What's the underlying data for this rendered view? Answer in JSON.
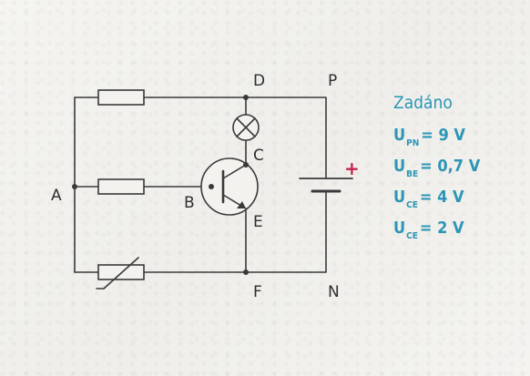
{
  "labels": {
    "A": "A",
    "B": "B",
    "C": "C",
    "D": "D",
    "E": "E",
    "F": "F",
    "N": "N",
    "P": "P"
  },
  "battery_plus": "+",
  "given": {
    "title": "Zadáno",
    "items": [
      {
        "symbol": "U",
        "sub": "PN",
        "value": "= 9 V"
      },
      {
        "symbol": "U",
        "sub": "BE",
        "value": "= 0,7 V"
      },
      {
        "symbol": "U",
        "sub": "CE",
        "value": "= 4 V"
      },
      {
        "symbol": "U",
        "sub": "CE",
        "value": "= 2 V"
      }
    ]
  },
  "colors": {
    "given_text": "#2b96b6",
    "plus": "#c4254a",
    "line": "#3a3a3a"
  }
}
